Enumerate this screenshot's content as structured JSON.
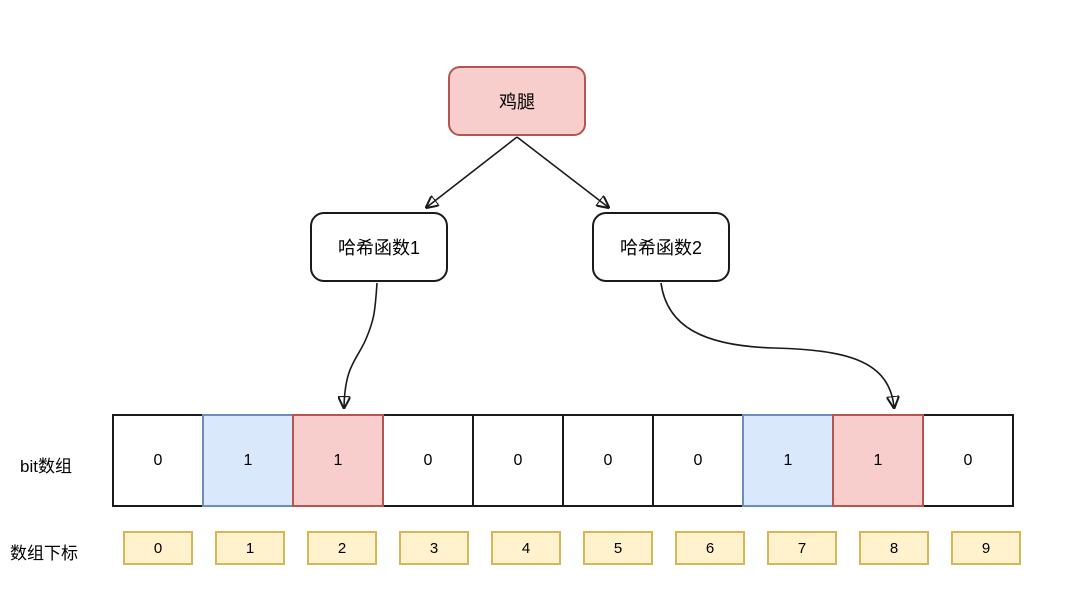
{
  "diagram": {
    "root_node": {
      "label": "鸡腿"
    },
    "hash_nodes": [
      {
        "label": "哈希函数1"
      },
      {
        "label": "哈希函数2"
      }
    ],
    "edges": [
      {
        "from": "鸡腿",
        "to": "哈希函数1"
      },
      {
        "from": "鸡腿",
        "to": "哈希函数2"
      },
      {
        "from": "哈希函数1",
        "to": "bit-cell-2"
      },
      {
        "from": "哈希函数2",
        "to": "bit-cell-8"
      }
    ],
    "bit_array": {
      "label": "bit数组",
      "cells": [
        {
          "value": "0",
          "highlight": "none"
        },
        {
          "value": "1",
          "highlight": "blue"
        },
        {
          "value": "1",
          "highlight": "red"
        },
        {
          "value": "0",
          "highlight": "none"
        },
        {
          "value": "0",
          "highlight": "none"
        },
        {
          "value": "0",
          "highlight": "none"
        },
        {
          "value": "0",
          "highlight": "none"
        },
        {
          "value": "1",
          "highlight": "blue"
        },
        {
          "value": "1",
          "highlight": "red"
        },
        {
          "value": "0",
          "highlight": "none"
        }
      ]
    },
    "index_row": {
      "label": "数组下标",
      "indexes": [
        "0",
        "1",
        "2",
        "3",
        "4",
        "5",
        "6",
        "7",
        "8",
        "9"
      ]
    },
    "colors": {
      "node_red_fill": "#f8cecc",
      "node_red_stroke": "#b85450",
      "cell_blue_fill": "#dae8fc",
      "cell_blue_stroke": "#6c8ebf",
      "index_fill": "#fff2cc",
      "index_stroke": "#d6b656",
      "line_color": "#1a1a1a"
    }
  }
}
